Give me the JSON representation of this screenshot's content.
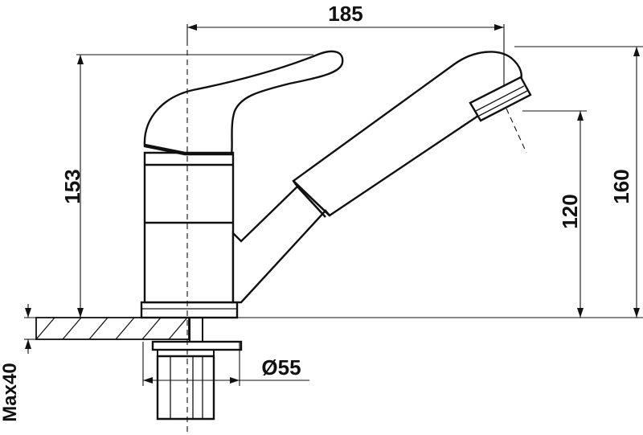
{
  "dimensions": {
    "width_top": "185",
    "height_left": "153",
    "height_spout": "120",
    "height_total": "160",
    "diameter": "Ø55",
    "max_thickness": "Max40"
  },
  "colors": {
    "line": "#111111",
    "background": "#ffffff"
  }
}
